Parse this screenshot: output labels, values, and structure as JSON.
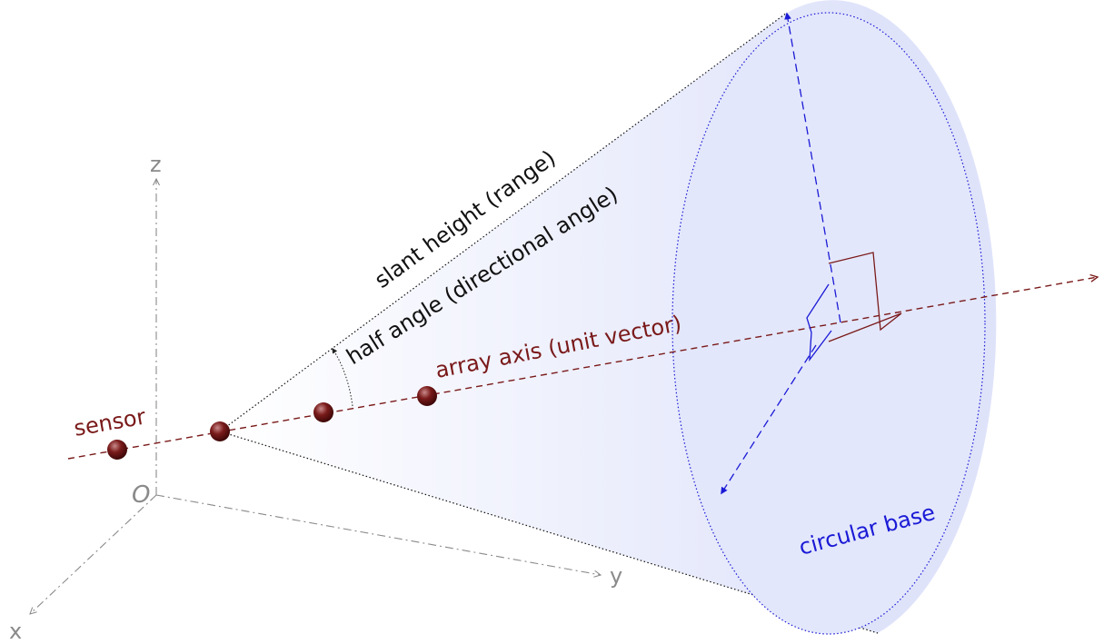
{
  "labels": {
    "slant_height": "slant height (range)",
    "half_angle": "half angle (directional angle)",
    "array_axis": "array axis (unit vector)",
    "sensor": "sensor",
    "circular_base": "circular base",
    "origin": "O",
    "axis_x": "x",
    "axis_y": "y",
    "axis_z": "z"
  },
  "colors": {
    "axis_red": "#7a1a1a",
    "base_blue": "#1a1ad6",
    "coord_gray": "#8a8a8a",
    "cone_fill": "#eceffd",
    "sensor_ball": "#6a1414"
  }
}
